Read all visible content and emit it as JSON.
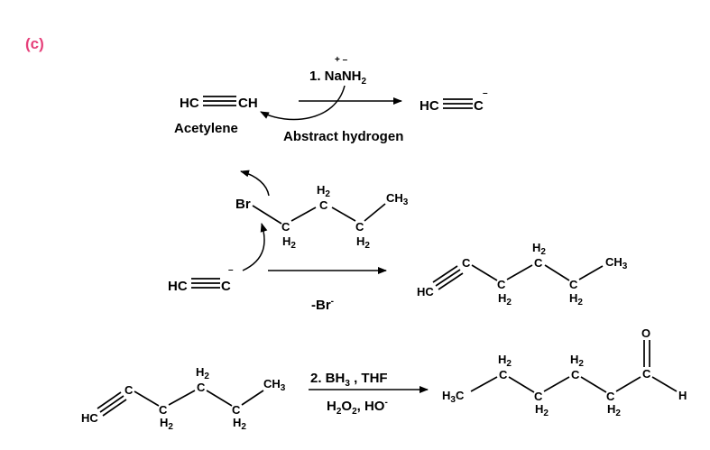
{
  "part_label": "(c)",
  "colors": {
    "part_label": "#e6407a",
    "ink": "#000000"
  },
  "step1": {
    "reagent_charges": "+ –",
    "reagent_prefix": "1. NaNH",
    "reagent_sub": "2",
    "reactant_left": "HC",
    "reactant_right": "CH",
    "reactant_name": "Acetylene",
    "product_left": "HC",
    "product_right": "C",
    "product_charge": "–",
    "mechanism_note": "Abstract hydrogen"
  },
  "step2": {
    "leaving_group": "Br",
    "nucleophile_left": "HC",
    "nucleophile_right": "C",
    "nucleophile_charge": "–",
    "chain_atom": "C",
    "chain_h": "H",
    "chain_h_sub": "2",
    "methyl_prefix": "CH",
    "methyl_sub": "3",
    "arrow_label": "-Br",
    "arrow_label_sup": "-",
    "product_terminal": "HC",
    "product_c": "C"
  },
  "step3": {
    "reactant_terminal": "HC",
    "reagent_line1_prefix": "2. BH",
    "reagent_line1_sub": "3",
    "reagent_line1_suffix": " , THF",
    "reagent_line2_h": "H",
    "reagent_line2_sub1": "2",
    "reagent_line2_o": "O",
    "reagent_line2_sub2": "2",
    "reagent_line2_suffix": ", HO",
    "reagent_line2_sup": "-",
    "product_start": "H",
    "product_start_sub": "3",
    "product_start_end": "C",
    "aldehyde_o": "O",
    "aldehyde_h": "H"
  }
}
